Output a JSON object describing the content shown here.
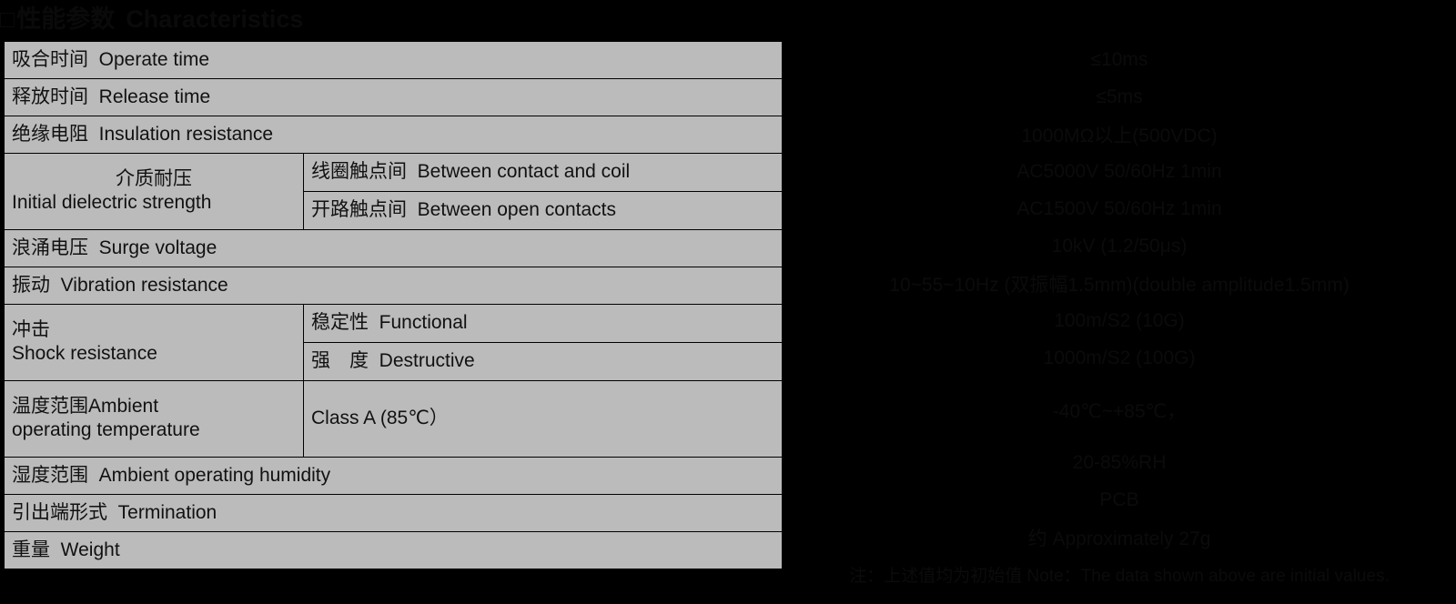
{
  "title": {
    "bullet": "□",
    "cn": "性能参数",
    "en": "Characteristics"
  },
  "colors": {
    "page_background": "#000000",
    "table_background": "#bbbbbb",
    "table_border": "#000000",
    "text": "#111111",
    "value_text": "#0b0b0b"
  },
  "table": {
    "rows": [
      {
        "id": "operate-time",
        "label_cn": "吸合时间",
        "label_en": "Operate time",
        "span": "full",
        "value": "≤10ms"
      },
      {
        "id": "release-time",
        "label_cn": "释放时间",
        "label_en": "Release time",
        "span": "full",
        "value": "≤5ms"
      },
      {
        "id": "insulation-resistance",
        "label_cn": "绝缘电阻",
        "label_en": "Insulation resistance",
        "span": "full",
        "value": "1000MΩ以上(500VDC)"
      },
      {
        "id": "dielectric-strength",
        "group_cn": "介质耐压",
        "group_en": "Initial dielectric strength",
        "span": "group",
        "subrows": [
          {
            "id": "between-contact-and-coil",
            "label_cn": "线圈触点间",
            "label_en": "Between contact and coil",
            "value": "AC5000V 50/60Hz 1min"
          },
          {
            "id": "between-open-contacts",
            "label_cn": "开路触点间",
            "label_en": "Between open contacts",
            "value": "AC1500V 50/60Hz 1min"
          }
        ]
      },
      {
        "id": "surge-voltage",
        "label_cn": "浪涌电压",
        "label_en": "Surge voltage",
        "span": "full",
        "value": "10kV (1.2/50μs)"
      },
      {
        "id": "vibration-resistance",
        "label_cn": "振动",
        "label_en": "Vibration resistance",
        "span": "full",
        "value": "10~55~10Hz (双振幅1.5mm)(double amplitude1.5mm)"
      },
      {
        "id": "shock-resistance",
        "group_cn": "冲击",
        "group_en": "Shock resistance",
        "span": "group",
        "subrows": [
          {
            "id": "shock-functional",
            "label_cn": "稳定性",
            "label_en": "Functional",
            "value": "100m/S2 (10G)"
          },
          {
            "id": "shock-destructive",
            "label_cn": "强　度",
            "label_en": "Destructive",
            "value": "1000m/S2 (100G)"
          }
        ]
      },
      {
        "id": "ambient-operating-temperature",
        "group_cn": "温度范围Ambient",
        "group_en": "operating temperature",
        "span": "group-single",
        "subrows": [
          {
            "id": "temperature-class",
            "label_plain": "Class A (85℃）",
            "value": "-40℃~+85℃，"
          }
        ]
      },
      {
        "id": "ambient-operating-humidity",
        "label_cn": "湿度范围",
        "label_en": "Ambient operating humidity",
        "span": "full",
        "value": "20-85%RH"
      },
      {
        "id": "termination",
        "label_cn": "引出端形式",
        "label_en": "Termination",
        "span": "full",
        "value": "PCB"
      },
      {
        "id": "weight",
        "label_cn": "重量",
        "label_en": "Weight",
        "span": "full",
        "value": "约 Approximately 27g"
      }
    ]
  },
  "footnote": "注：上述值均为初始值 Note：The data shown above are initial values."
}
